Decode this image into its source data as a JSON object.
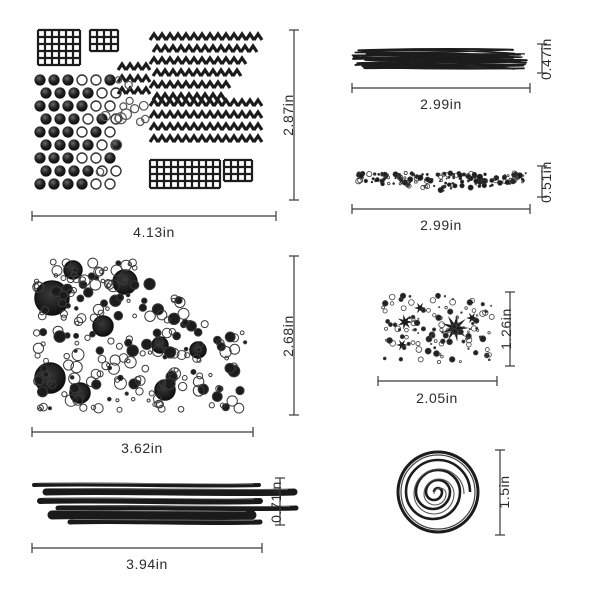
{
  "stamps": [
    {
      "name": "grid-chevron-dots",
      "width_label": "4.13in",
      "height_label": "2.87in"
    },
    {
      "name": "scribble-bar",
      "width_label": "2.99in",
      "height_label": "0.47in"
    },
    {
      "name": "speckle-strip",
      "width_label": "2.99in",
      "height_label": "0.51in"
    },
    {
      "name": "bubbles",
      "width_label": "3.62in",
      "height_label": "2.68in"
    },
    {
      "name": "splatter",
      "width_label": "2.05in",
      "height_label": "1.26in"
    },
    {
      "name": "brush-strokes",
      "width_label": "3.94in",
      "height_label": "0.71in"
    },
    {
      "name": "spiral-circle",
      "height_label": "1.5in"
    }
  ],
  "colors": {
    "ink": "#1c1c1c",
    "rule": "#3a3a3a",
    "label": "#2b2b2b"
  }
}
